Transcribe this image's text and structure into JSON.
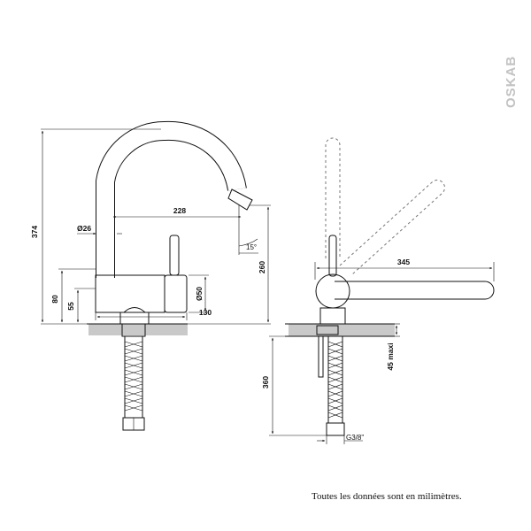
{
  "brand": {
    "name": "OSKAB"
  },
  "dimensions": {
    "total_height": "374",
    "spout_reach": "228",
    "spout_diameter": "Ø26",
    "outlet_angle": "15°",
    "spout_height": "260",
    "body_height": "80",
    "base_height": "55",
    "body_diameter": "Ø50",
    "body_depth": "130",
    "side_reach": "345",
    "max_deck_thickness": "45 maxi",
    "hose_length": "360",
    "connection_thread": "G3/8\""
  },
  "footnote": "Toutes les données sont en milimètres."
}
